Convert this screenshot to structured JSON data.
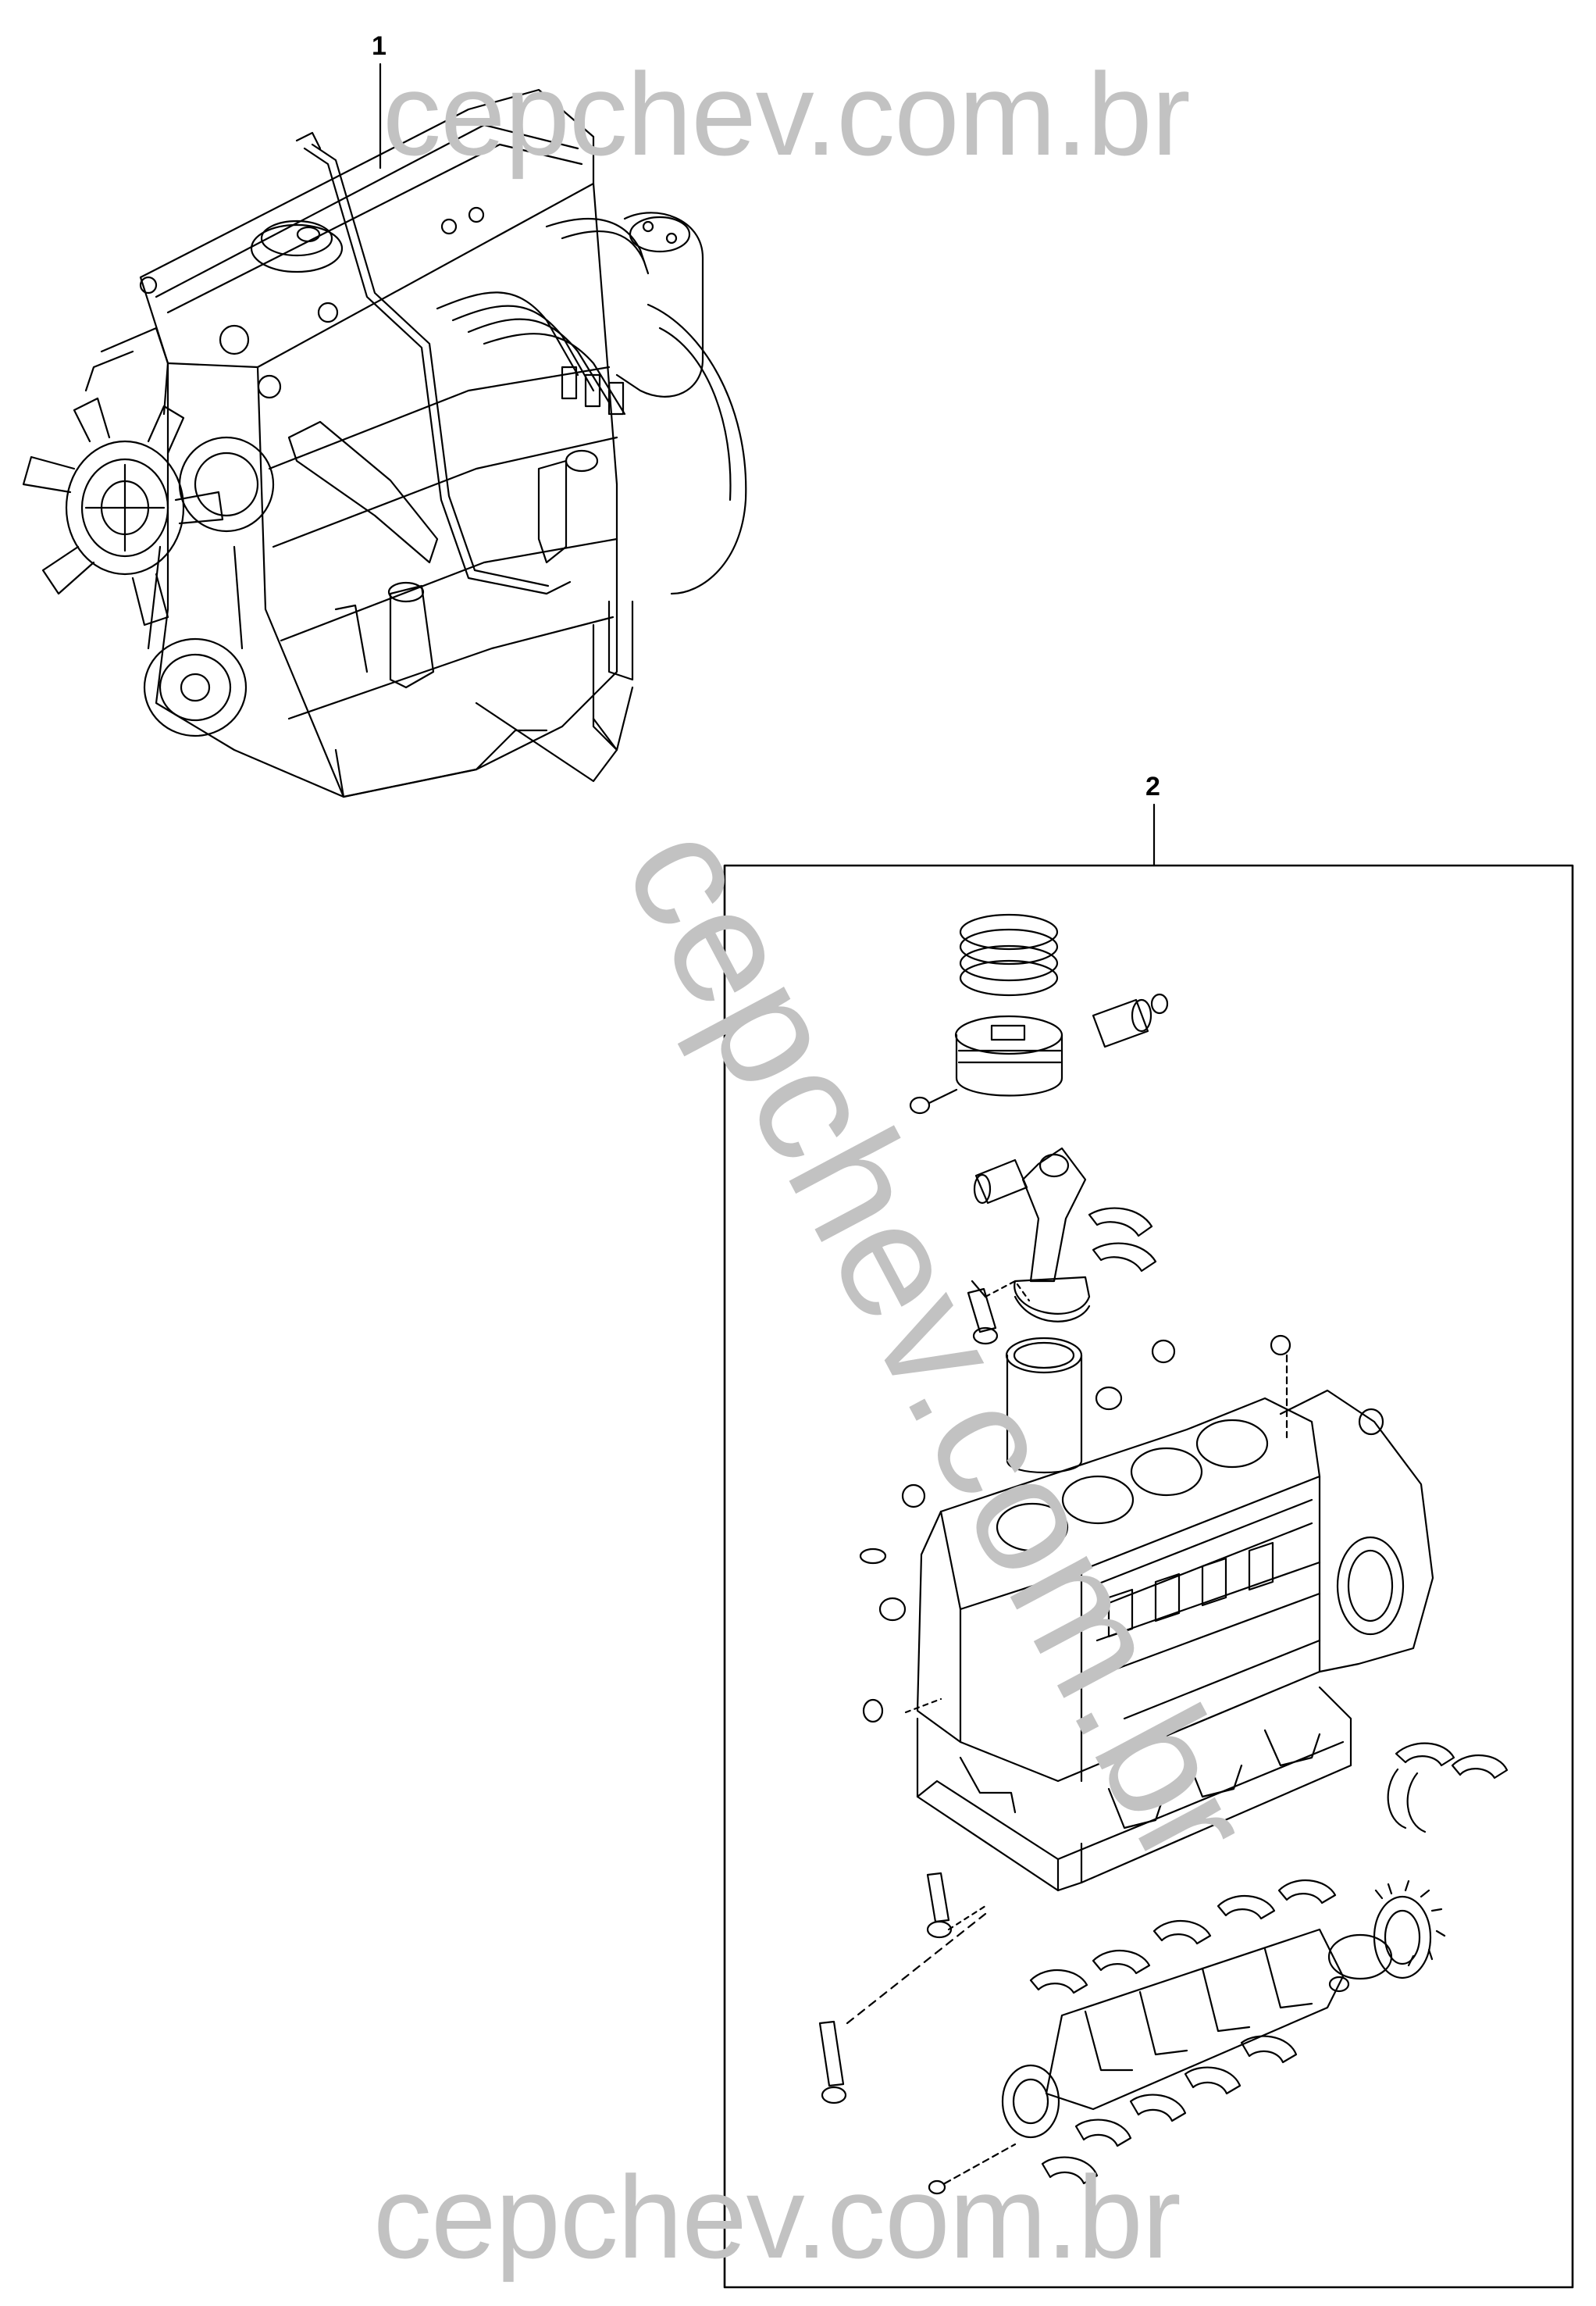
{
  "callouts": {
    "engine_assembly": "1",
    "short_block": "2"
  },
  "watermark": {
    "text": "cepchev.com.br",
    "color": "#c2c2c2"
  },
  "colors": {
    "line": "#000000",
    "background": "#ffffff"
  }
}
